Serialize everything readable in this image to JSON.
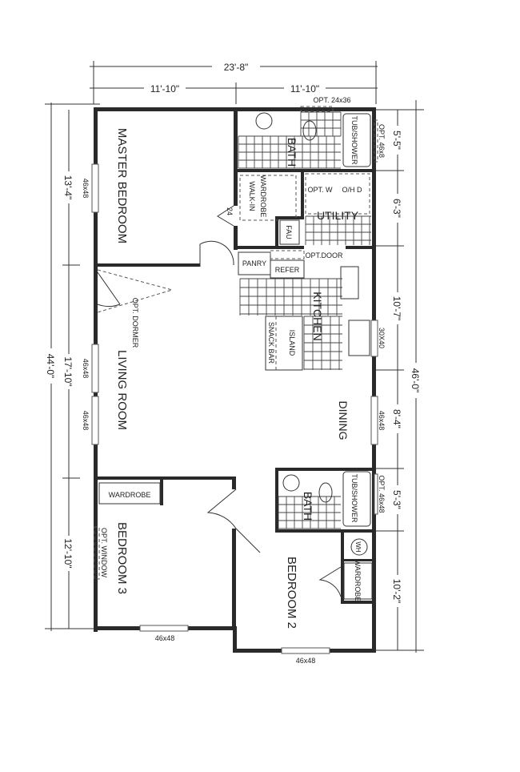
{
  "dimensions": {
    "overall_width": "23'-8\"",
    "left_half_width": "11'-10\"",
    "right_half_width": "11'-10\"",
    "overall_length_left": "44'-0\"",
    "overall_length_right": "46'-0\"",
    "left_segments": [
      "13'-4\"",
      "17'-10\"",
      "12'-10\""
    ],
    "right_segments": [
      "5'-5\"",
      "6'-3\"",
      "10'-7\"",
      "8'-4\"",
      "5'-3\"",
      "10'-2\""
    ]
  },
  "rooms": {
    "master_bedroom": "MASTER BEDROOM",
    "living_room": "LIVING ROOM",
    "bedroom3": "BEDROOM 3",
    "bedroom2": "BEDROOM 2",
    "bath1": "BATH",
    "bath2": "BATH",
    "utility": "UTILITY",
    "kitchen": "KITCHEN",
    "dining": "DINING",
    "walk_in_wardrobe_1": "WALK-IN",
    "walk_in_wardrobe_2": "WARDROBE"
  },
  "fixtures": {
    "tub1": "TUB/SHOWER",
    "tub2": "TUB/SHOWER",
    "opt_w": "OPT. W",
    "oh_d": "O/H D",
    "fau": "FAU",
    "panry": "PANRY",
    "refer": "REFER",
    "opt_door": "OPT.DOOR",
    "snack_bar": "SNACK BAR",
    "island": "ISLAND",
    "wh": "WH",
    "wardrobe_br3": "WARDROBE",
    "wardrobe_br2": "WARDROBE",
    "opt_dormer": "OPT. DORMER",
    "opt_window": "OPT. WINDOW",
    "door_24": "24"
  },
  "windows": {
    "top_opt": "OPT. 24x36",
    "bath1_opt": "OPT. 46x8",
    "kitchen": "30X40",
    "dining": "46x48",
    "bath2_opt": "OPT. 46x48",
    "master": "46x48",
    "living1": "46x48",
    "living2": "46x48",
    "bedroom3_bottom": "46x48",
    "bedroom2_bottom": "46x48"
  }
}
